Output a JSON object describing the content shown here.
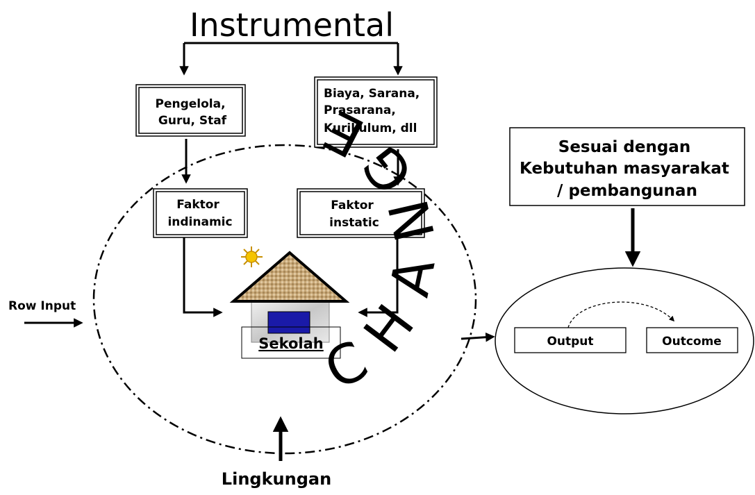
{
  "title": "Instrumental",
  "boxes": {
    "pengelola": [
      "Pengelola,",
      "Guru,  Staf"
    ],
    "biaya": [
      "Biaya, Sarana,",
      "Prasarana,",
      "Kurikulum, dll"
    ],
    "faktor_indinamic": [
      "Faktor",
      "indinamic"
    ],
    "faktor_instatic": [
      "Faktor",
      "instatic"
    ],
    "sesuai": [
      "Sesuai dengan",
      "Kebutuhan masyarakat",
      "/ pembangunan"
    ],
    "output": "Output",
    "outcome": "Outcome"
  },
  "center": {
    "school_label": "Sekolah",
    "change_word": "CHANGE"
  },
  "inputs": {
    "row_input": "Row Input",
    "lingkungan": "Lingkungan"
  },
  "colors": {
    "window": "#1a1aa8",
    "sun": "#f5c400",
    "roof": "#c8a878"
  }
}
